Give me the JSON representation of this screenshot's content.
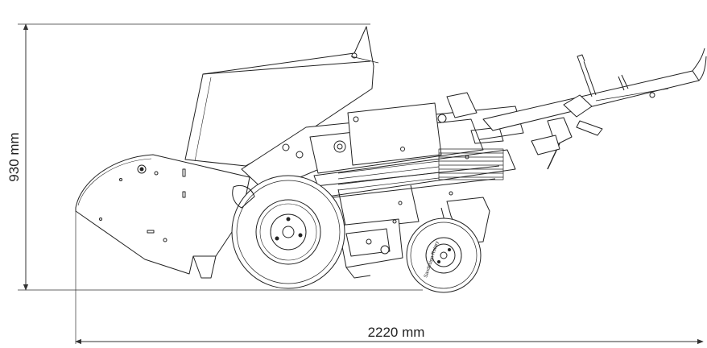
{
  "dimensions": {
    "height_label": "930 mm",
    "width_label": "2220 mm"
  },
  "colors": {
    "line": "#222222",
    "dim_line": "#333333",
    "background": "#ffffff"
  },
  "wheel_text": "Saxdesign Rotary"
}
